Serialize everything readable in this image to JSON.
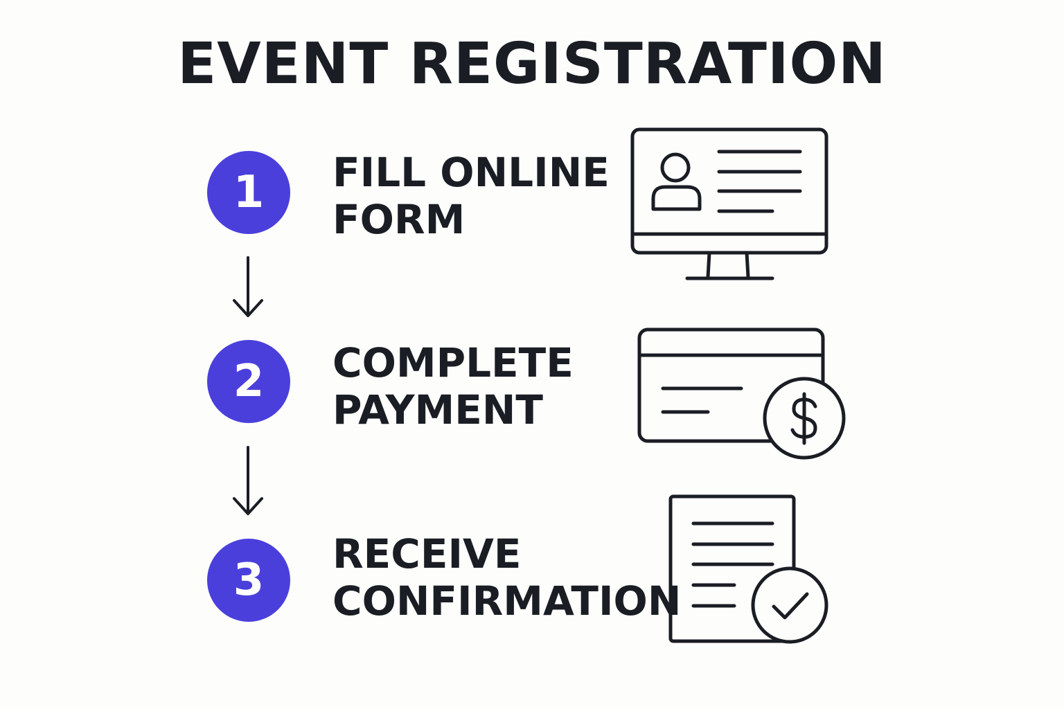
{
  "title": "EVENT REGISTRATION",
  "accent_color": "#4b3fdc",
  "ink_color": "#1a1d24",
  "steps": [
    {
      "number": "1",
      "line1": "FILL ONLINE",
      "line2": "FORM",
      "icon": "computer-form-icon"
    },
    {
      "number": "2",
      "line1": "COMPLETE",
      "line2": "PAYMENT",
      "icon": "credit-card-dollar-icon"
    },
    {
      "number": "3",
      "line1": "RECEIVE",
      "line2": "CONFIRMATION",
      "icon": "document-check-icon"
    }
  ],
  "connectors": [
    "down-arrow-icon",
    "down-arrow-icon"
  ]
}
